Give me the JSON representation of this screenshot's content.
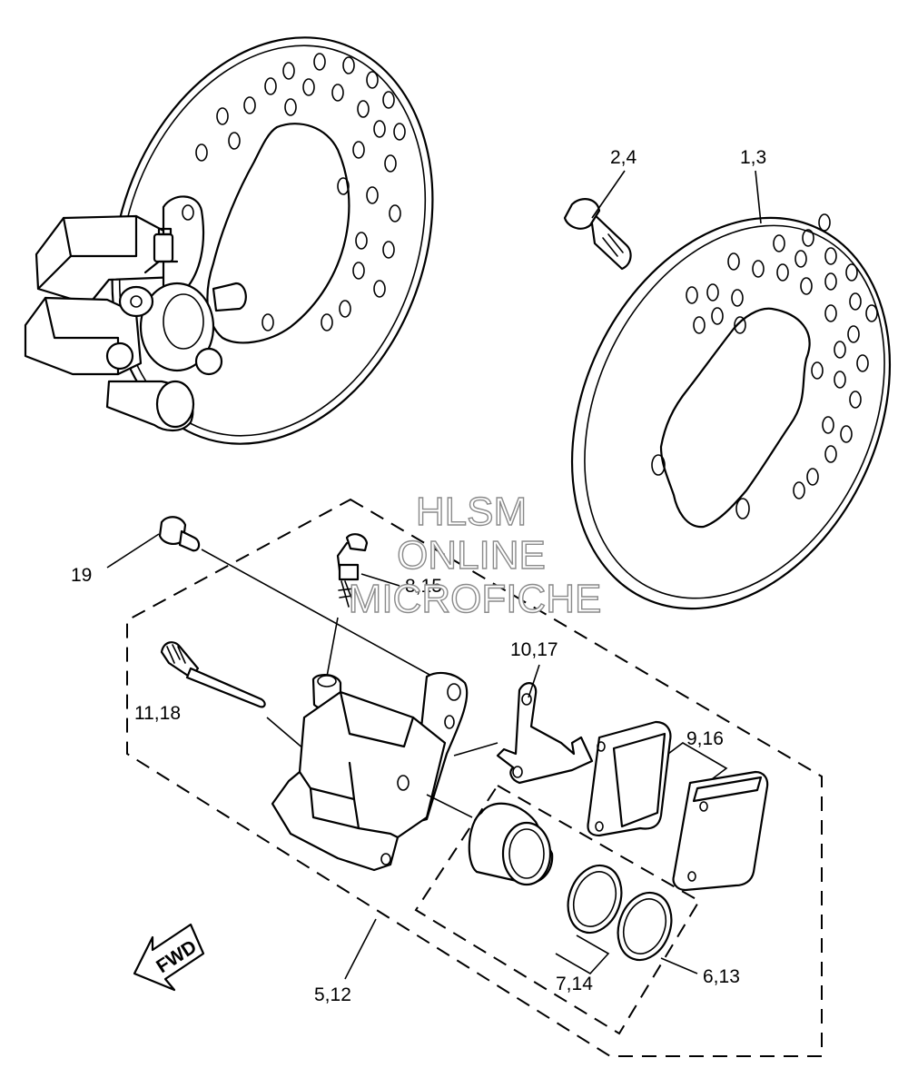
{
  "watermark": {
    "line1": "HLSM",
    "line2": "ONLINE",
    "line3": "MICROFICHE"
  },
  "fwd_arrow": {
    "label": "FWD"
  },
  "callouts": {
    "c1": "2,4",
    "c2": "1,3",
    "c3": "19",
    "c4": "8,15",
    "c5": "10,17",
    "c6": "11,18",
    "c7": "9,16",
    "c8": "5,12",
    "c9": "7,14",
    "c10": "6,13"
  }
}
